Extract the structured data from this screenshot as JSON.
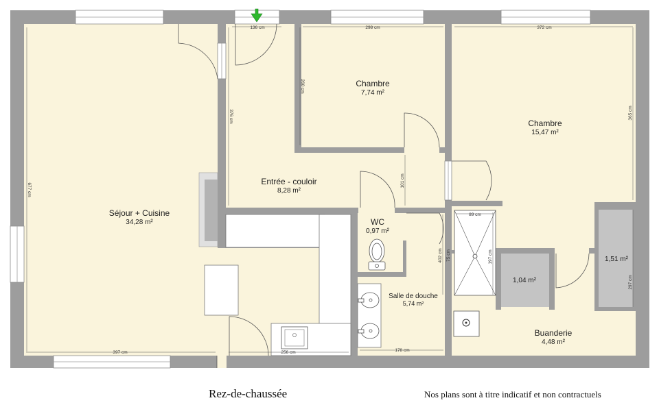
{
  "rooms": {
    "sejour": {
      "name": "Séjour + Cuisine",
      "area": "34,28 m²"
    },
    "entree": {
      "name": "Entrée - couloir",
      "area": "8,28 m²"
    },
    "chambre1": {
      "name": "Chambre",
      "area": "7,74 m²"
    },
    "chambre2": {
      "name": "Chambre",
      "area": "15,47 m²"
    },
    "wc": {
      "name": "WC",
      "area": "0,97 m²"
    },
    "douche": {
      "name": "Salle de douche",
      "area": "5,74 m²"
    },
    "buanderie": {
      "name": "Buanderie",
      "area": "4,48 m²"
    },
    "placard1": {
      "area": "1,04 m²"
    },
    "placard2": {
      "area": "1,51 m²"
    }
  },
  "dimensions": {
    "entree_top": "136 cm",
    "chambre1_top": "298 cm",
    "chambre2_top": "372 cm",
    "entree_left": "376 cm",
    "chambre1_left": "260 cm",
    "chambre2_right": "365 cm",
    "sejour_left": "677 cm",
    "couloir_vert": "101 cm",
    "douche_left_a": "402 cm",
    "douche_left_b": "75 cm",
    "shower_width": "89 cm",
    "shower_depth": "197 cm",
    "placard2_right": "297 cm",
    "sejour_bottom": "397 cm",
    "kitchen_bottom": "256 cm",
    "douche_bottom": "178 cm"
  },
  "caption": {
    "title": "Rez-de-chaussée",
    "disclaimer": "Nos plans sont à titre indicatif et non contractuels"
  },
  "colors": {
    "floor": "#faf4dc",
    "wall": "#9d9d9d",
    "closet": "#c4c4c4",
    "entry_arrow": "#2eb82e"
  }
}
